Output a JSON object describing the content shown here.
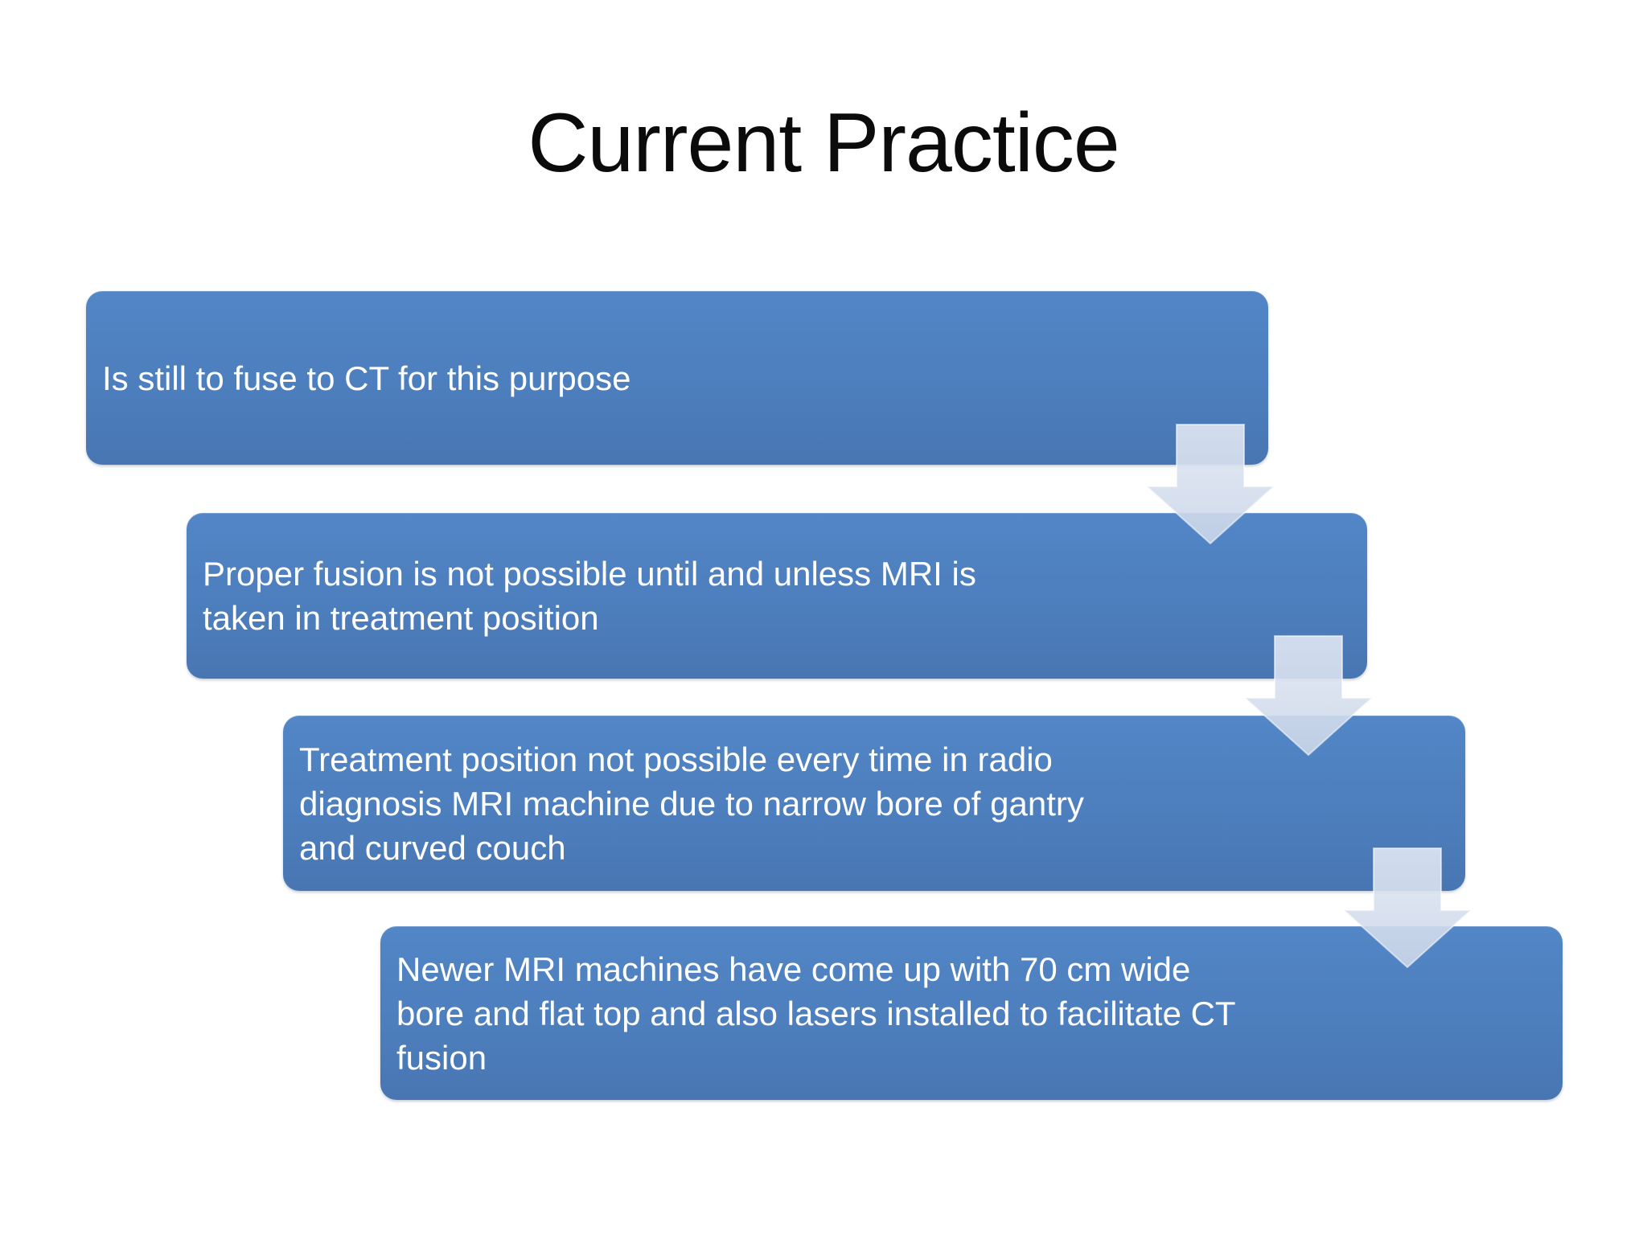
{
  "slide": {
    "title": "Current Practice",
    "steps": [
      {
        "lines": [
          "Is still to fuse to CT for this purpose"
        ]
      },
      {
        "lines": [
          "Proper fusion is not possible until and unless MRI is",
          "taken in treatment position"
        ]
      },
      {
        "lines": [
          "Treatment position not possible every time in radio",
          "diagnosis MRI machine due to narrow bore of gantry",
          "and curved couch"
        ]
      },
      {
        "lines": [
          "Newer MRI machines have come up with 70 cm wide",
          "bore and flat top and also lasers installed to facilitate CT",
          "fusion"
        ]
      }
    ],
    "connectors": [
      {
        "icon": "down-arrow"
      },
      {
        "icon": "down-arrow"
      },
      {
        "icon": "down-arrow"
      }
    ],
    "colors": {
      "background": "#ffffff",
      "title_text": "#0b0b0b",
      "box_fill": "#4d7ebd",
      "box_text": "#ffffff",
      "arrow_fill_light": "#e0e7f3",
      "arrow_fill_dark": "#cbd6e8"
    }
  }
}
